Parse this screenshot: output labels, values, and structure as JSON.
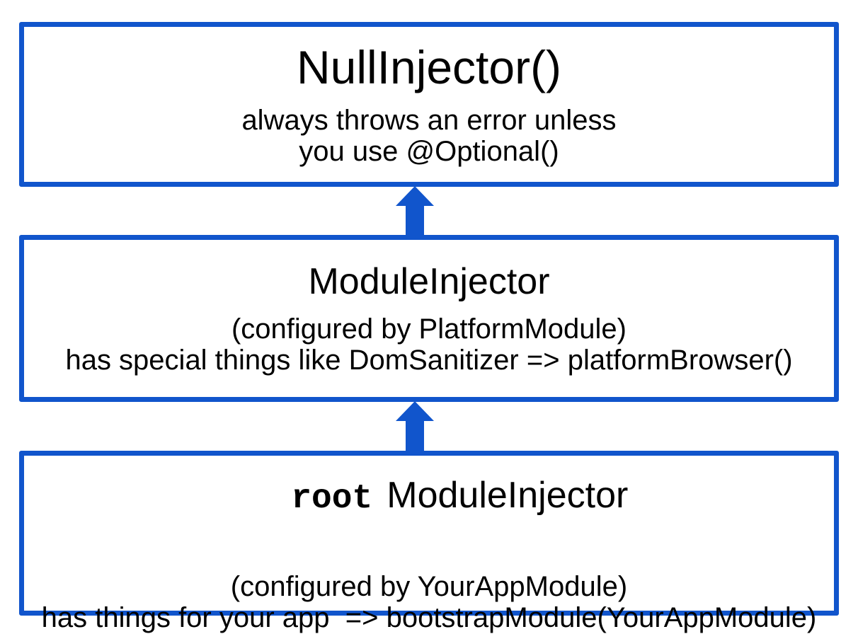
{
  "page": {
    "background_color": "#ffffff",
    "text_color": "#000000",
    "accent_color": "#1155CC"
  },
  "diagram": {
    "type": "hierarchy",
    "direction": "bottom-to-top",
    "boxes": [
      {
        "id": "null-injector",
        "title": "NullInjector()",
        "lines": [
          "always throws an error unless",
          "you use @Optional()"
        ]
      },
      {
        "id": "platform-module-injector",
        "title": "ModuleInjector",
        "lines": [
          "(configured by PlatformModule)",
          "has special things like DomSanitizer => platformBrowser()"
        ]
      },
      {
        "id": "root-module-injector",
        "title_mono": "root",
        "title_rest": "ModuleInjector",
        "lines": [
          "(configured by YourAppModule)",
          "has things for your app  => bootstrapModule(YourAppModule)"
        ]
      }
    ],
    "arrows": [
      {
        "from": "platform-module-injector",
        "to": "null-injector",
        "direction": "up"
      },
      {
        "from": "root-module-injector",
        "to": "platform-module-injector",
        "direction": "up"
      }
    ]
  }
}
